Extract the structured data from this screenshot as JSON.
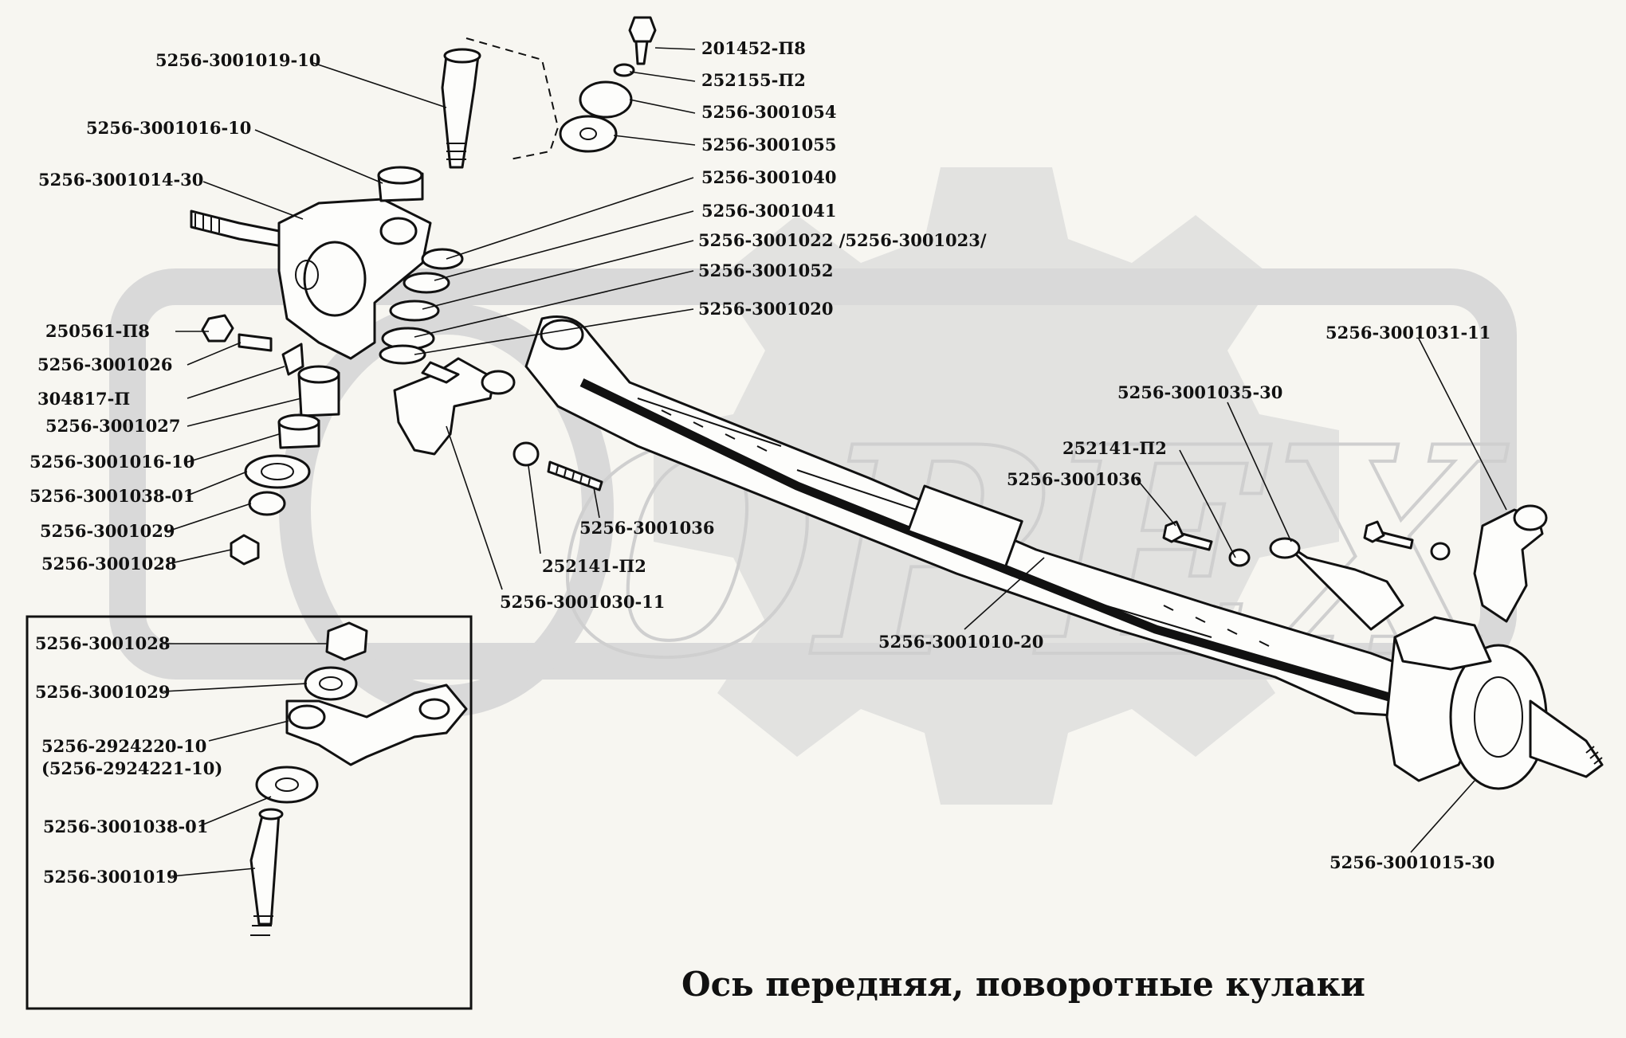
{
  "title": "Ось передняя, поворотные кулаки",
  "watermark": {
    "text": "ОРЕХ",
    "color": "#d9d9d9"
  },
  "colors": {
    "ink": "#111111",
    "paper": "#f7f6f1",
    "watermark": "#d9d9d9"
  },
  "labels": [
    "5256-3001019-10",
    "5256-3001016-10",
    "5256-3001014-30",
    "201452-П8",
    "252155-П2",
    "5256-3001054",
    "5256-3001055",
    "5256-3001040",
    "5256-3001041",
    "5256-3001022 /5256-3001023/",
    "5256-3001052",
    "5256-3001020",
    "250561-П8",
    "5256-3001026",
    "304817-П",
    "5256-3001027",
    "5256-3001016-10",
    "5256-3001038-01",
    "5256-3001029",
    "5256-3001028",
    "5256-3001036",
    "252141-П2",
    "5256-3001030-11",
    "5256-3001031-11",
    "5256-3001035-30",
    "252141-П2",
    "5256-3001036",
    "5256-3001010-20",
    "5256-3001015-30",
    "5256-3001028",
    "5256-3001029",
    "5256-2924220-10",
    "(5256-2924221-10)",
    "5256-3001038-01",
    "5256-3001019"
  ]
}
